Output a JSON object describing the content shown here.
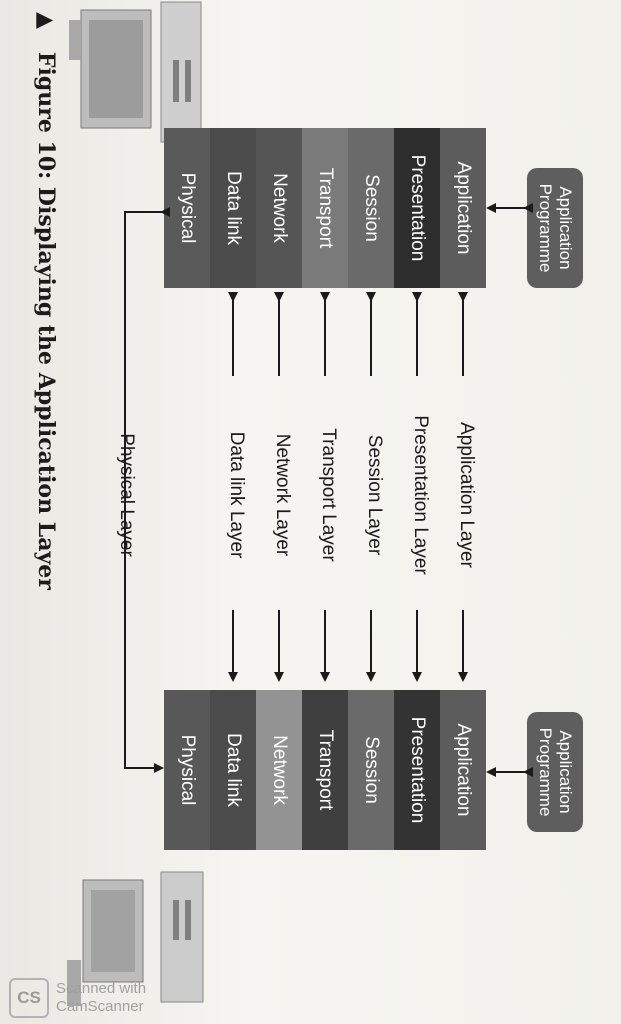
{
  "diagram": {
    "left_stack": [
      "Application",
      "Presentation",
      "Session",
      "Transport",
      "Network",
      "Data link",
      "Physical"
    ],
    "right_stack": [
      "Application",
      "Presentation",
      "Session",
      "Transport",
      "Network",
      "Data link",
      "Physical"
    ],
    "app_programme_left": [
      "Application",
      "Programme"
    ],
    "app_programme_right": [
      "Application",
      "Programme"
    ],
    "peer_layers": [
      "Application Layer",
      "Presentation Layer",
      "Session Layer",
      "Transport Layer",
      "Network Layer",
      "Data link Layer"
    ],
    "physical_layer_label": "Physical Layer",
    "caption_marker": "▲",
    "caption": "Figure 10: Displaying the Application Layer"
  },
  "watermark": {
    "logo": "CS",
    "line1": "Scanned with",
    "line2": "CamScanner"
  },
  "colors": {
    "layer_dark": "#2d2d2d",
    "layer_mid": "#5c5c5c",
    "text": "#1a1a1a"
  }
}
